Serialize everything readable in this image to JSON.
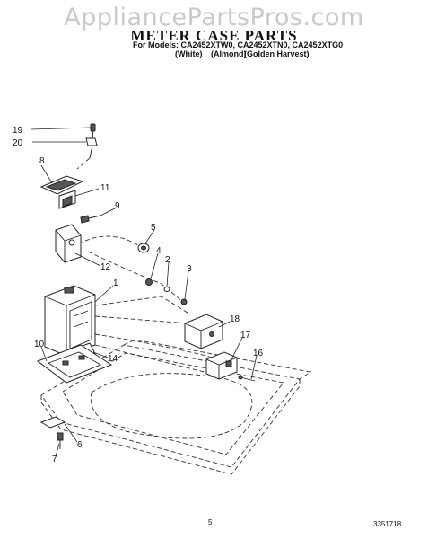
{
  "header": {
    "watermark": "AppliancePartsPros.com",
    "title": "METER CASE PARTS",
    "models": "For Models: CA2452XTW0, CA2452XTN0, CA2452XTG0",
    "colors": [
      "(White)",
      "(Almond)",
      "(Golden Harvest)"
    ]
  },
  "callouts": [
    {
      "id": "19",
      "label": "19"
    },
    {
      "id": "20",
      "label": "20"
    },
    {
      "id": "8",
      "label": "8"
    },
    {
      "id": "11",
      "label": "11"
    },
    {
      "id": "9",
      "label": "9"
    },
    {
      "id": "5",
      "label": "5"
    },
    {
      "id": "4",
      "label": "4"
    },
    {
      "id": "2",
      "label": "2"
    },
    {
      "id": "3",
      "label": "3"
    },
    {
      "id": "12",
      "label": "12"
    },
    {
      "id": "1",
      "label": "1"
    },
    {
      "id": "18",
      "label": "18"
    },
    {
      "id": "17",
      "label": "17"
    },
    {
      "id": "16",
      "label": "16"
    },
    {
      "id": "10",
      "label": "10"
    },
    {
      "id": "14",
      "label": "14"
    },
    {
      "id": "6",
      "label": "6"
    },
    {
      "id": "7",
      "label": "7"
    }
  ],
  "footer": {
    "page_number": "5",
    "part_number": "3351718"
  }
}
